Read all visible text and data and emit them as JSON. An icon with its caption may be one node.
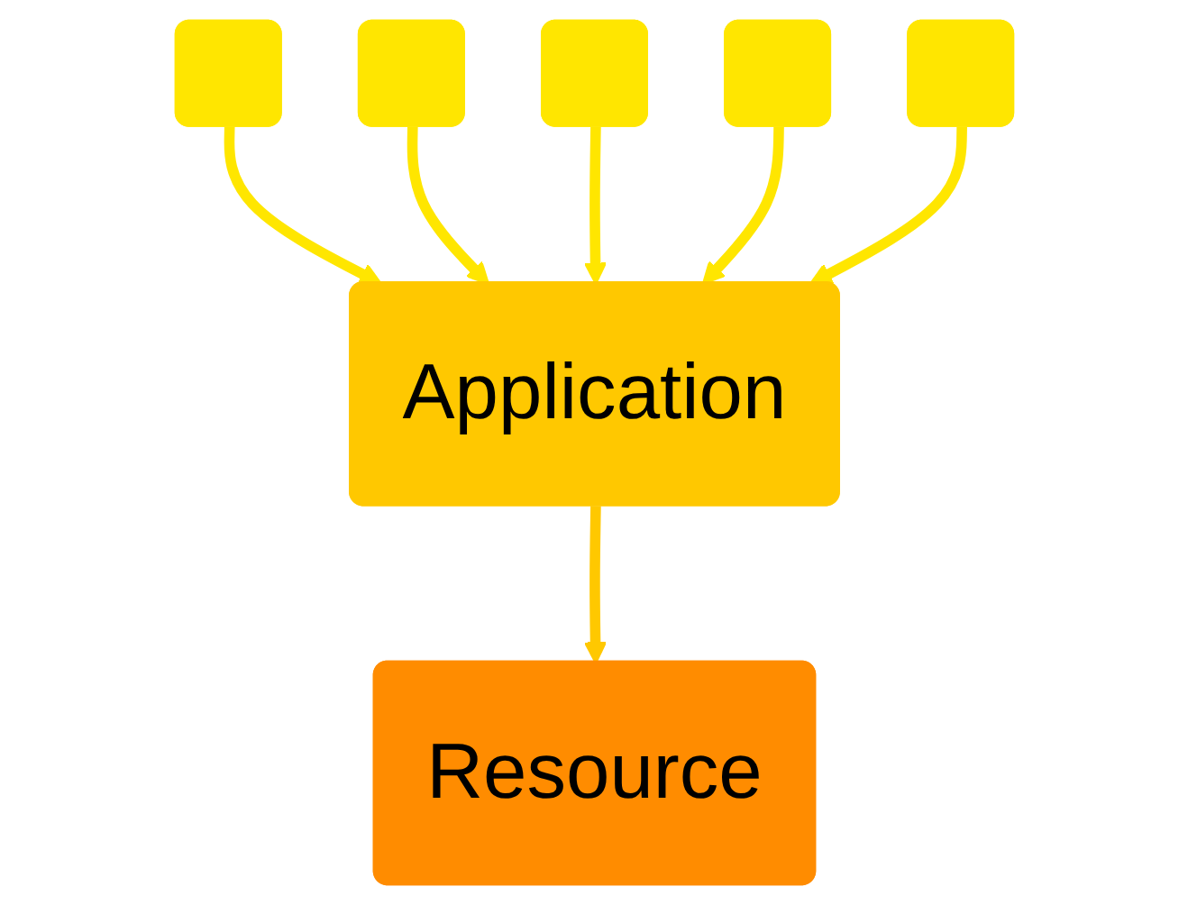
{
  "diagram": {
    "nodes": [
      {
        "text": [],
        "shape": "box"
      },
      {
        "text": [],
        "shape": "box"
      },
      {
        "text": [],
        "shape": "box"
      },
      {
        "text": [],
        "shape": "box"
      },
      {
        "text": [],
        "shape": "box"
      },
      {
        "text": [
          "Application"
        ]
      },
      {
        "text": [
          "Resource"
        ]
      }
    ],
    "edges": [
      {
        "from": 0,
        "to": 5,
        "arrow": "to"
      },
      {
        "from": 1,
        "to": 5,
        "arrow": "to"
      },
      {
        "from": 2,
        "to": 5,
        "arrow": "to"
      },
      {
        "from": 3,
        "to": 5,
        "arrow": "to"
      },
      {
        "from": 4,
        "to": 5,
        "arrow": "to"
      },
      {
        "from": 5,
        "to": 6,
        "arrow": "to",
        "color": "#ffc800"
      }
    ]
  }
}
